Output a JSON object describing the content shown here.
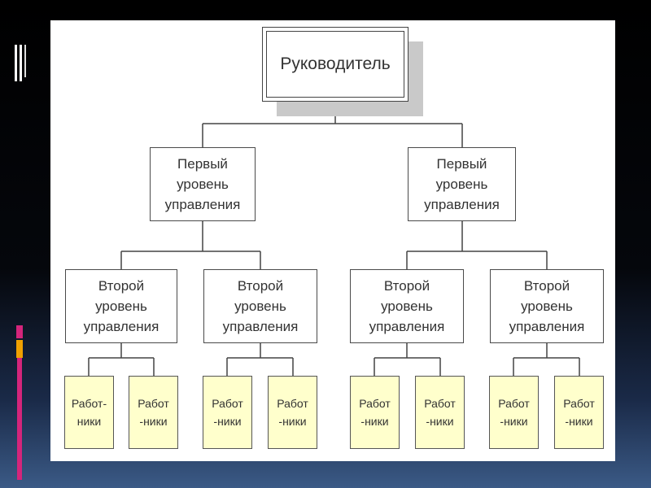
{
  "colors": {
    "background": "#000000",
    "slide": "#ffffff",
    "box_border": "#4a4a4a",
    "shadow": "#c9c9c9",
    "worker_fill": "#ffffcc",
    "accent_magenta": "#d4257b",
    "accent_orange": "#f0a000"
  },
  "root": {
    "label": "Руководитель"
  },
  "level1": [
    {
      "label": "Первый\nуровень\nуправления"
    },
    {
      "label": "Первый\nуровень\nуправления"
    }
  ],
  "level2": [
    {
      "label": "Второй\nуровень\nуправления"
    },
    {
      "label": "Второй\nуровень\nуправления"
    },
    {
      "label": "Второй\nуровень\nуправления"
    },
    {
      "label": "Второй\nуровень\nуправления"
    }
  ],
  "workers": [
    {
      "label": "Работ-\nники"
    },
    {
      "label": "Работ\n-ники"
    },
    {
      "label": "Работ\n-ники"
    },
    {
      "label": "Работ\n-ники"
    },
    {
      "label": "Работ\n-ники"
    },
    {
      "label": "Работ\n-ники"
    },
    {
      "label": "Работ\n-ники"
    },
    {
      "label": "Работ\n-ники"
    }
  ]
}
